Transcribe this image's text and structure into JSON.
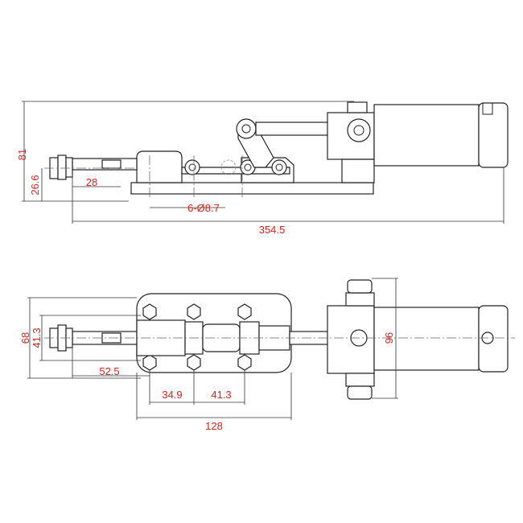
{
  "colors": {
    "dimension_text": "#e0201a",
    "line": "#222222"
  },
  "side_view": {
    "dim_height_total": "81",
    "dim_height_rod": "26.6",
    "dim_rod_length": "28",
    "dim_holes": "6-Ø8.7",
    "dim_total_length": "354.5"
  },
  "top_view": {
    "dim_width_body": "68",
    "dim_rod_offset": "41.3",
    "dim_rod_extension": "52.5",
    "dim_hole_spacing_1": "34.9",
    "dim_hole_spacing_2": "41.3",
    "dim_base_length": "128",
    "dim_cylinder_height": "96"
  }
}
